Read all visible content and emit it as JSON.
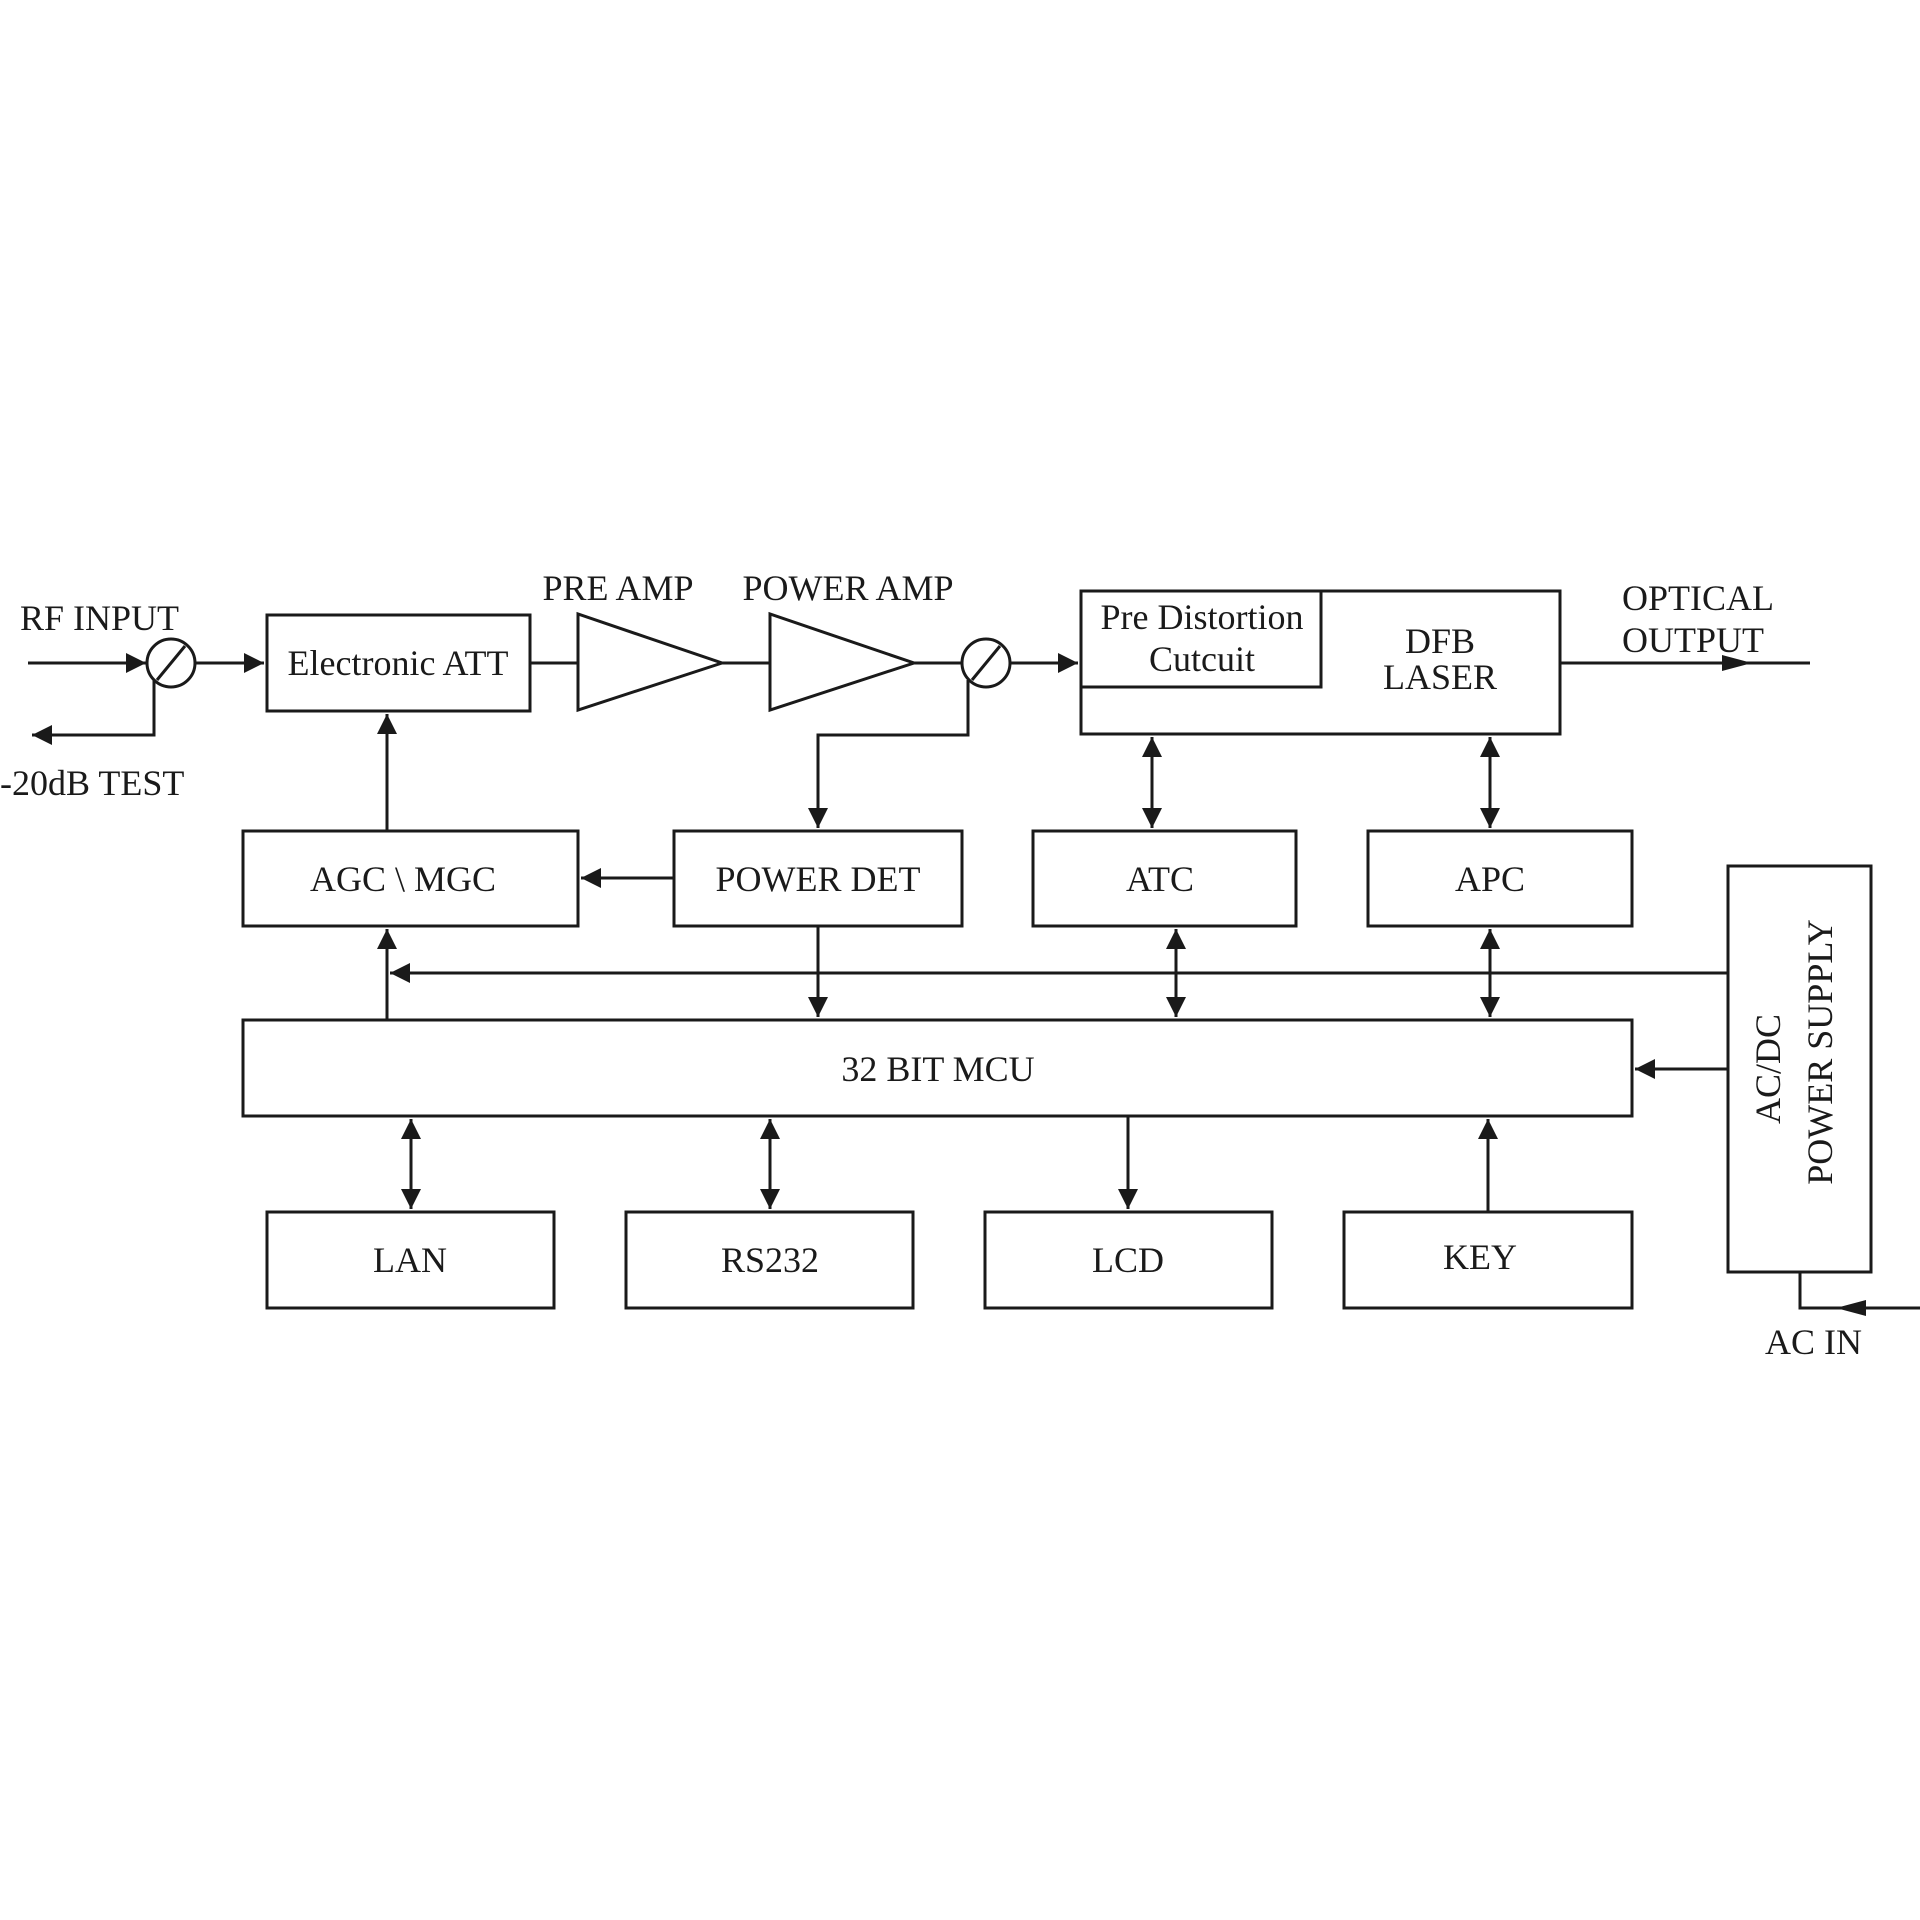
{
  "labels": {
    "rf_input": "RF INPUT",
    "test_port": "-20dB TEST",
    "pre_amp": "PRE AMP",
    "power_amp": "POWER AMP",
    "optical_output_line1": "OPTICAL",
    "optical_output_line2": "OUTPUT",
    "ac_in": "AC IN"
  },
  "blocks": {
    "electronic_att": "Electronic ATT",
    "pre_distortion_line1": "Pre Distortion",
    "pre_distortion_line2": "Cutcuit",
    "dfb_line1": "DFB",
    "dfb_line2": "LASER",
    "agc_mgc": "AGC \\ MGC",
    "power_det": "POWER DET",
    "atc": "ATC",
    "apc": "APC",
    "mcu": "32 BIT MCU",
    "power_supply_line1": "AC/DC",
    "power_supply_line2": "POWER SUPPLY",
    "lan": "LAN",
    "rs232": "RS232",
    "lcd": "LCD",
    "key": "KEY"
  }
}
